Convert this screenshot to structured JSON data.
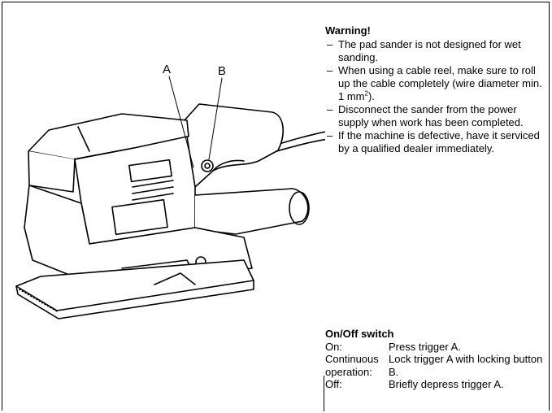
{
  "illustration": {
    "callout_a": "A",
    "callout_b": "B"
  },
  "warning": {
    "title": "Warning!",
    "items": [
      "The pad sander is not designed for wet sanding.",
      "When using a cable reel, make sure to roll up the cable completely (wire diameter min. 1 mm",
      "Disconnect the sander from the power supply when work has been completed.",
      "If the machine is defective, have it serviced by a qualified dealer immediately."
    ],
    "item2_sup": "2",
    "item2_tail": ").",
    "dash": "–"
  },
  "switch": {
    "title": "On/Off switch",
    "rows": [
      {
        "key": "On:",
        "value": "Press trigger A."
      },
      {
        "key": "Continuous operation:",
        "value": "Lock trigger A with locking button B."
      },
      {
        "key": "Off:",
        "value": "Briefly depress trigger A."
      }
    ]
  }
}
